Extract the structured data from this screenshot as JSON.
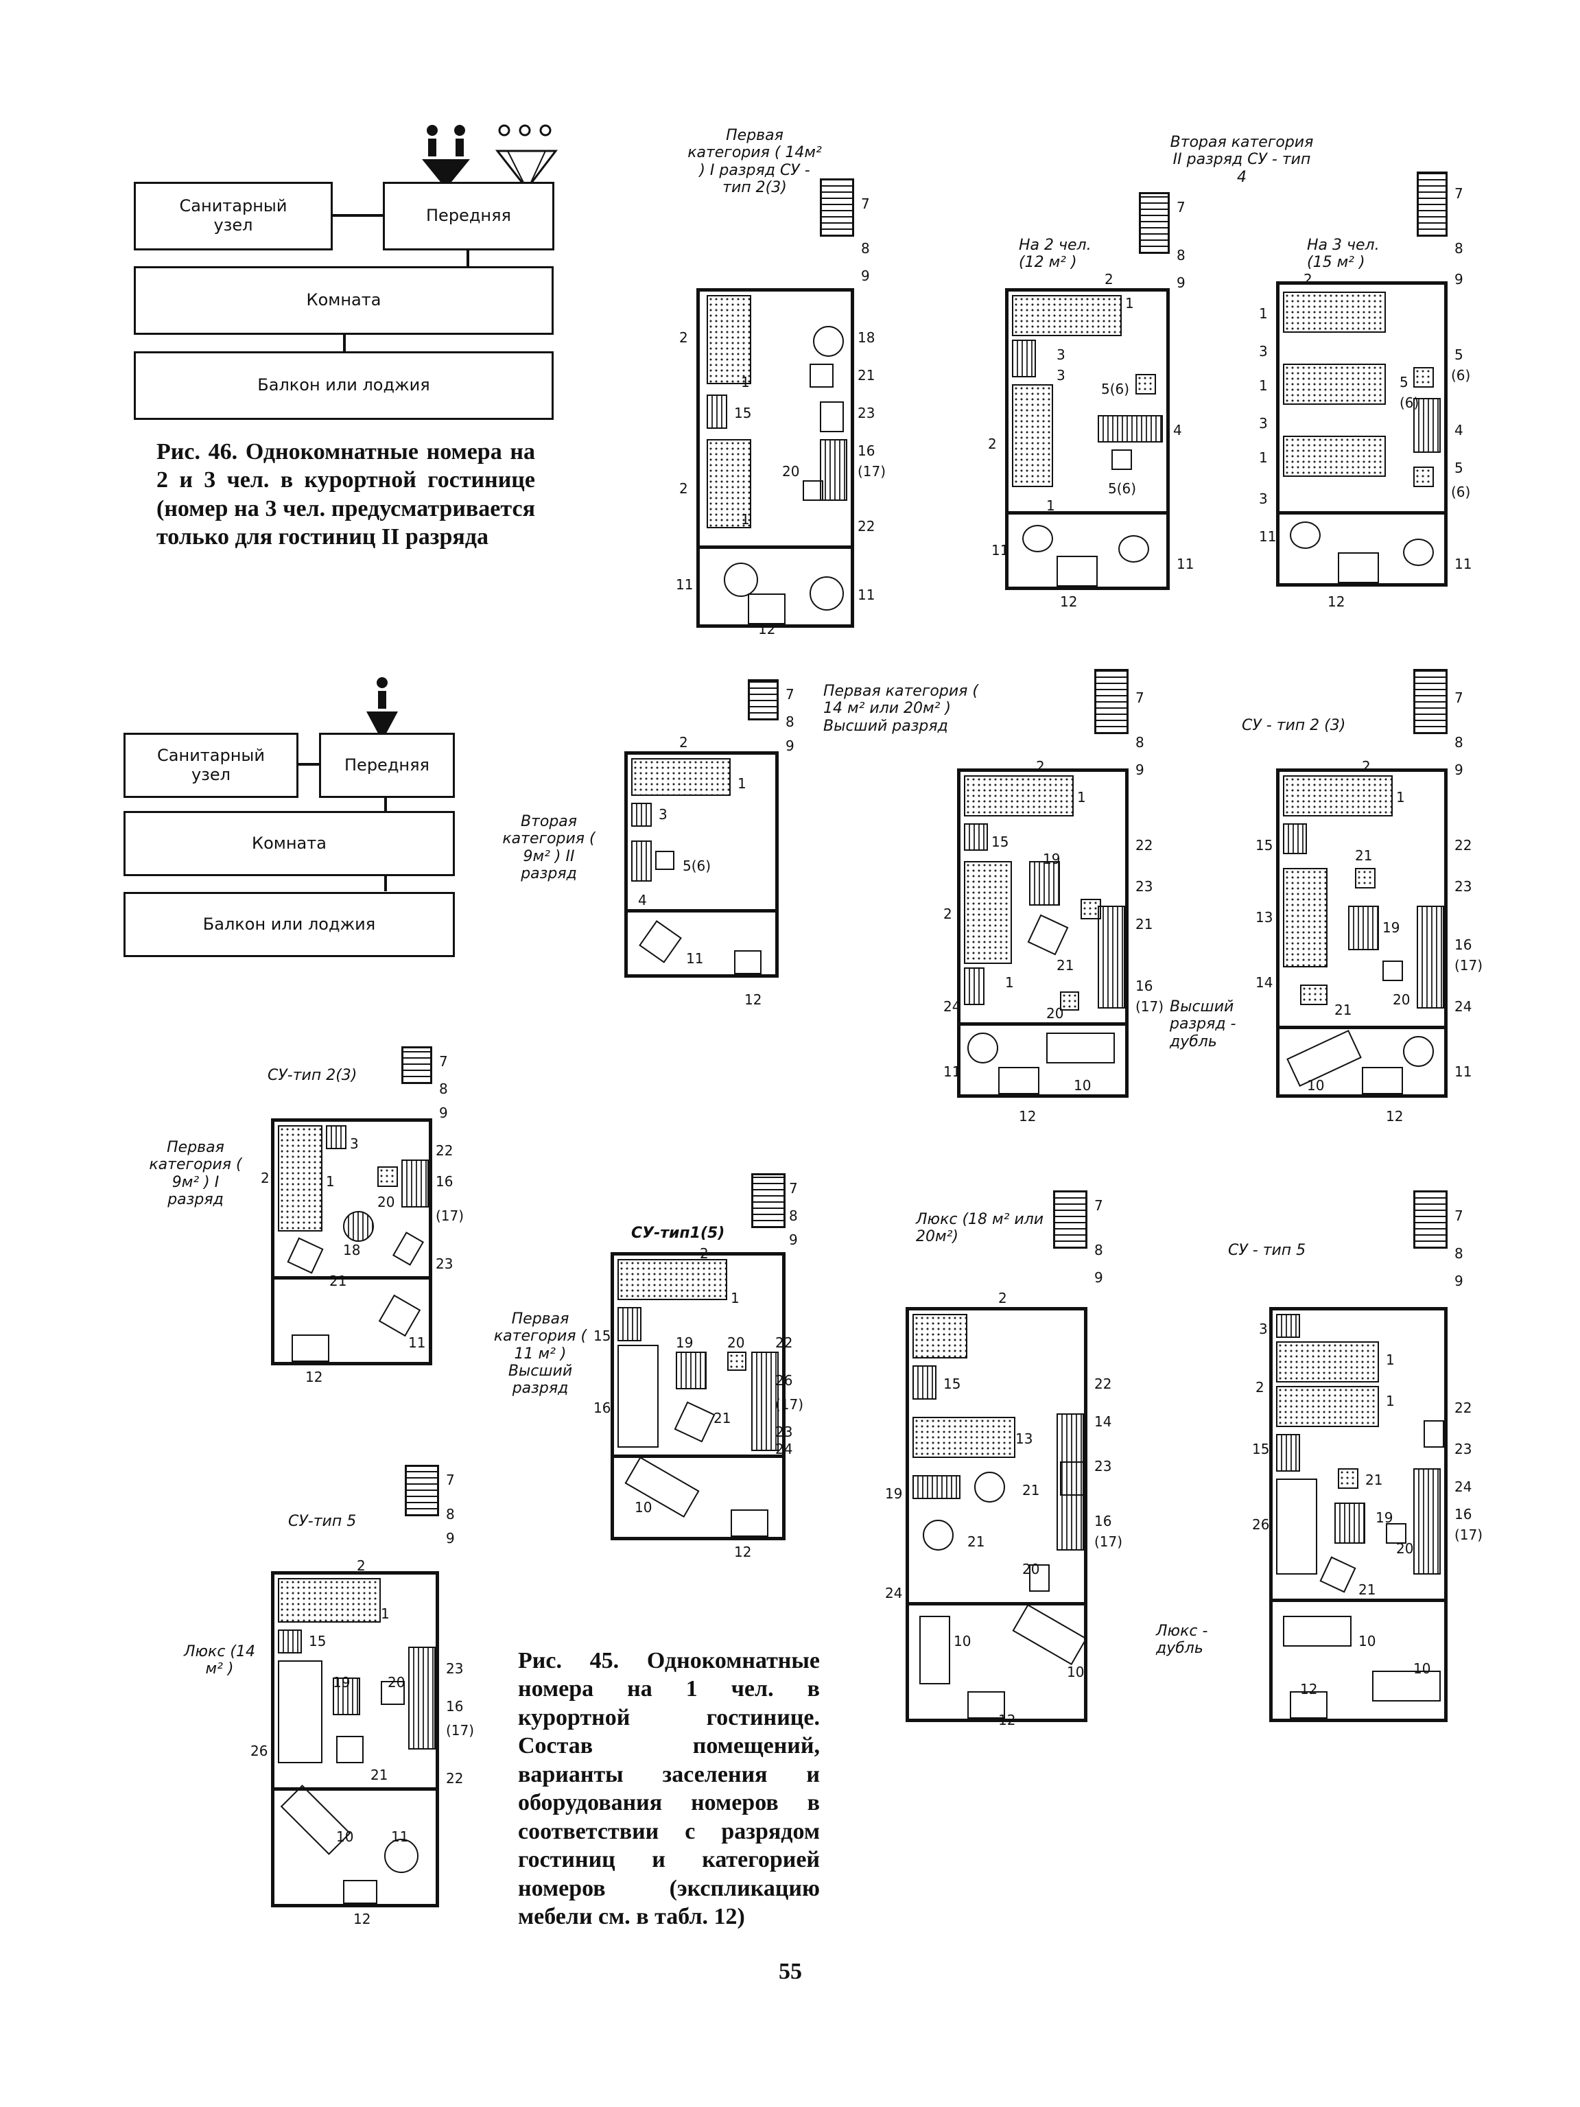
{
  "page_number": "55",
  "diagram46": {
    "boxes": {
      "sanitary": "Санитарный узел",
      "front": "Передняя",
      "room": "Комната",
      "balcony": "Балкон или лоджия"
    },
    "caption": "Рис. 46. Однокомнатные номера на 2 и 3 чел. в курортной гостинице (номер на 3 чел. предусматривается только для гостиниц II разряда"
  },
  "diagram45": {
    "boxes": {
      "sanitary": "Санитарный узел",
      "front": "Передняя",
      "room": "Комната",
      "balcony": "Балкон или лоджия"
    },
    "caption": "Рис. 45. Однокомнатные номера на 1 чел. в курортной гостинице. Состав помещений, варианты заселения и оборудования номеров в соответствии с разрядом гостиниц и категорией номеров (экспликацию мебели см. в табл. 12)"
  },
  "plans": {
    "p1": {
      "title": "Первая категория ( 14м² ) I разряд СУ - тип 2(3)",
      "nums": [
        "7",
        "8",
        "9",
        "2",
        "18",
        "21",
        "23",
        "16",
        "(17)",
        "20",
        "2",
        "22",
        "1",
        "15",
        "1",
        "11",
        "11",
        "12"
      ]
    },
    "p2_group": {
      "title": "Вторая категория II разряд СУ - тип 4"
    },
    "p2": {
      "title": "На 2 чел. (12 м² )",
      "nums": [
        "7",
        "8",
        "9",
        "2",
        "3",
        "3",
        "5(6)",
        "4",
        "2",
        "5(6)",
        "1",
        "11",
        "11",
        "12",
        "1"
      ]
    },
    "p3": {
      "title": "На 3 чел. (15 м² )",
      "nums": [
        "7",
        "8",
        "9",
        "2",
        "1",
        "3",
        "1",
        "3",
        "1",
        "3",
        "5",
        "(6)",
        "5",
        "(6)",
        "4",
        "5",
        "(6)",
        "11",
        "11",
        "12"
      ]
    },
    "p4": {
      "title": "Вторая категория ( 9м² ) II разряд",
      "nums": [
        "7",
        "8",
        "9",
        "2",
        "1",
        "3",
        "5(6)",
        "4",
        "11",
        "12"
      ]
    },
    "p5": {
      "title": "Первая категория ( 14 м² или 20м² ) Высший разряд",
      "nums": [
        "7",
        "8",
        "9",
        "2",
        "1",
        "15",
        "19",
        "22",
        "23",
        "21",
        "2",
        "21",
        "1",
        "16",
        "(17)",
        "24",
        "20",
        "11",
        "10",
        "12"
      ]
    },
    "p6": {
      "title": "СУ - тип 2 (3)",
      "side": "Высший разряд - дубль",
      "nums": [
        "7",
        "8",
        "9",
        "2",
        "1",
        "15",
        "21",
        "22",
        "23",
        "13",
        "19",
        "16",
        "(17)",
        "14",
        "21",
        "20",
        "24",
        "10",
        "11",
        "12"
      ]
    },
    "p7": {
      "title": "СУ-тип 2(3)",
      "side": "Первая категория ( 9м² ) I разряд",
      "nums": [
        "7",
        "8",
        "9",
        "3",
        "22",
        "2",
        "1",
        "16",
        "20",
        "(17)",
        "18",
        "23",
        "21",
        "11",
        "12"
      ]
    },
    "p8": {
      "title": "СУ-тип1(5)",
      "side": "Первая категория ( 11 м² ) Высший разряд",
      "nums": [
        "7",
        "8",
        "9",
        "2",
        "1",
        "15",
        "19",
        "20",
        "22",
        "16",
        "26",
        "(17)",
        "21",
        "23",
        "24",
        "10",
        "12"
      ]
    },
    "p9": {
      "title": "Люкс (18 м² или 20м²)",
      "nums": [
        "7",
        "8",
        "9",
        "2",
        "15",
        "22",
        "13",
        "14",
        "19",
        "21",
        "23",
        "21",
        "20",
        "16",
        "(17)",
        "24",
        "10",
        "10",
        "12"
      ]
    },
    "p10": {
      "title": "СУ - тип 5",
      "side": "Люкс - дубль",
      "nums": [
        "7",
        "8",
        "9",
        "3",
        "1",
        "2",
        "1",
        "22",
        "15",
        "23",
        "21",
        "24",
        "26",
        "19",
        "16",
        "20",
        "(17)",
        "21",
        "10",
        "10",
        "12"
      ]
    },
    "p11": {
      "title": "СУ-тип 5",
      "side": "Люкс (14 м² )",
      "nums": [
        "7",
        "8",
        "9",
        "2",
        "1",
        "15",
        "19",
        "20",
        "23",
        "16",
        "26",
        "(17)",
        "21",
        "22",
        "10",
        "11",
        "12"
      ]
    }
  }
}
